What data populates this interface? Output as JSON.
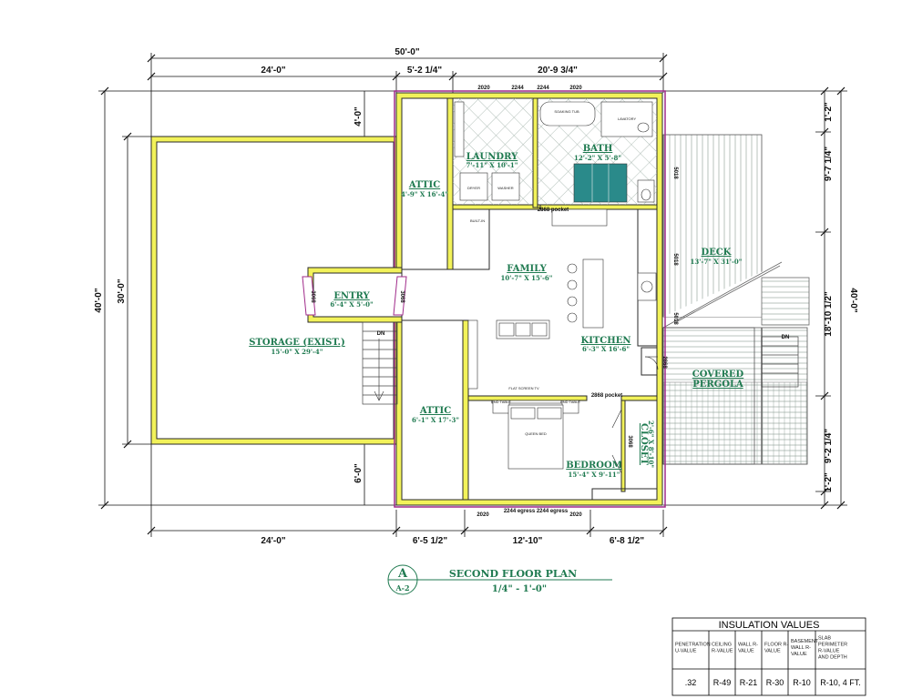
{
  "dims": {
    "overall_width": "50'-0\"",
    "top_left": "24'-0\"",
    "top_mid": "5'-2 1/4\"",
    "top_right": "20'-9 3/4\"",
    "bot_left": "24'-0\"",
    "bot_a": "6'-5 1/2\"",
    "bot_b": "12'-10\"",
    "bot_c": "6'-8 1/2\"",
    "left_outer": "40'-0\"",
    "left_inner": "30'-0\"",
    "left_top": "4'-0\"",
    "left_bot": "6'-0\"",
    "right_outer": "40'-0\"",
    "right_a": "1'-2\"",
    "right_b": "9'-7 1/4\"",
    "right_c": "18'-10 1/2\"",
    "right_d": "9'-2 1/4\"",
    "right_e": "1'-2\""
  },
  "windows": {
    "top1": "2020",
    "top2": "2244",
    "top3": "2244",
    "top4": "2020",
    "bot1": "2020",
    "bot2": "2244 egress",
    "bot3": "2244 egress",
    "bot4": "2020",
    "r1": "5018",
    "r2": "5018",
    "r3": "5018",
    "door_entry_l": "3068",
    "door_entry_r": "3068",
    "door_closet": "3068",
    "door_kitchen": "2868",
    "pocket1": "2868 pocket",
    "pocket2": "2868 pocket"
  },
  "rooms": {
    "storage": {
      "name": "STORAGE (EXIST.)",
      "size": "15'-0\" X 29'-4\""
    },
    "entry": {
      "name": "ENTRY",
      "size": "6'-4\" X 5'-0\""
    },
    "attic1": {
      "name": "ATTIC",
      "size": "4'-9\" X 16'-4\""
    },
    "attic2": {
      "name": "ATTIC",
      "size": "6'-1\" X 17'-3\""
    },
    "laundry": {
      "name": "LAUNDRY",
      "size": "7'-11\" X 10'-1\""
    },
    "bath": {
      "name": "BATH",
      "size": "12'-2\" X 5'-8\""
    },
    "family": {
      "name": "FAMILY",
      "size": "10'-7\" X 15'-6\""
    },
    "kitchen": {
      "name": "KITCHEN",
      "size": "6'-3\" X 16'-6\""
    },
    "bedroom": {
      "name": "BEDROOM",
      "size": "15'-4\" X 9'-11\""
    },
    "closet": {
      "name": "CLOSET",
      "size": "2'-6\" X 8'-10\""
    },
    "deck": {
      "name": "DECK",
      "size": "13'-7\" X 31'-0\""
    },
    "pergola": {
      "name": "COVERED",
      "name2": "PERGOLA"
    }
  },
  "labels": {
    "dn1": "DN",
    "dn2": "DN",
    "flat_screen": "FLAT SCREEN TV",
    "soaking_tub": "SOAKING TUB",
    "dryer": "DRYER",
    "washer": "WASHER",
    "lavatory": "LAVATORY",
    "built_in": "BUILT-IN",
    "queen_bed": "QUEEN BED",
    "end_table1": "END TABLE",
    "end_table2": "END TABLE"
  },
  "title_block": {
    "letter": "A",
    "sheet": "A-2",
    "title": "SECOND FLOOR PLAN",
    "scale": "1/4\" - 1'-0\""
  },
  "insulation": {
    "header": "INSULATION VALUES",
    "columns": [
      "PENETRATION U-VALUE",
      "CEILING R-VALUE",
      "WALL R-VALUE",
      "FLOOR R-VALUE",
      "BASEMENT WALL R-VALUE",
      "SLAB PERIMETER R-VALUE AND DEPTH"
    ],
    "values": [
      ".32",
      "R-49",
      "R-21",
      "R-30",
      "R-10",
      "R-10, 4 FT."
    ]
  },
  "colors": {
    "wall": "#f2f25a",
    "wall_stroke": "#2a2a2a",
    "room_text": "#1f7a50",
    "exterior": "#a02a8a",
    "tile": "#9fb0a8",
    "shower": "#2a8a8a"
  }
}
